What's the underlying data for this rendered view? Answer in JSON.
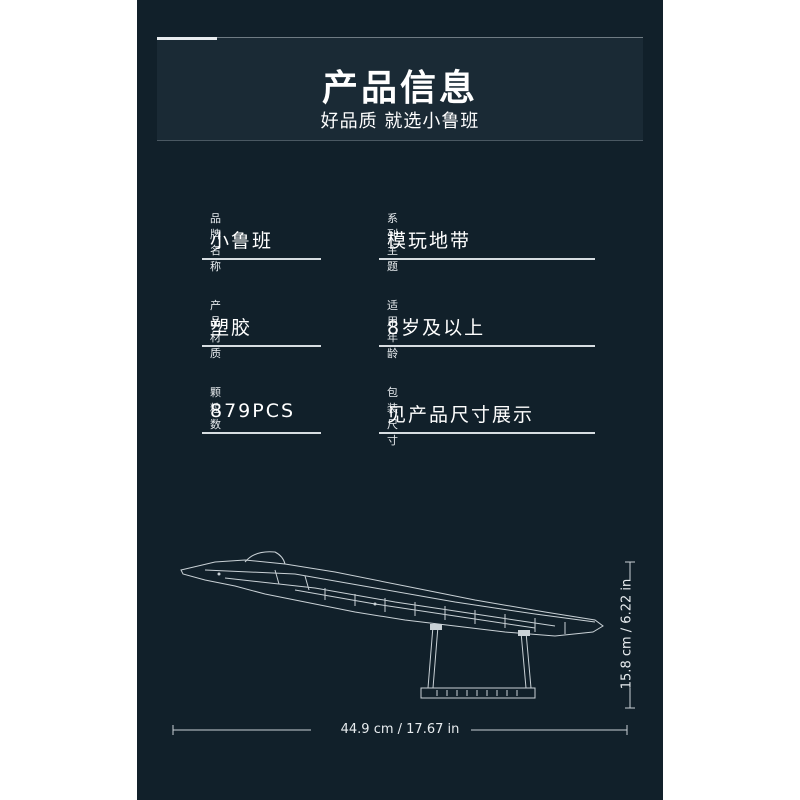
{
  "header": {
    "title": "产品信息",
    "subtitle": "好品质 就选小鲁班"
  },
  "specs": [
    {
      "label": "品牌名称",
      "value": "小鲁班"
    },
    {
      "label": "系列主题",
      "value": "模玩地带"
    },
    {
      "label": "产品材质",
      "value": "塑胶"
    },
    {
      "label": "适用年龄",
      "value": "8岁及以上"
    },
    {
      "label": "颗粒数",
      "value": "879PCS"
    },
    {
      "label": "包装尺寸",
      "value": "见产品尺寸展示"
    }
  ],
  "dimensions": {
    "height": "15.8 cm / 6.22 in",
    "width": "44.9 cm / 17.67 in"
  },
  "colors": {
    "panel_bg": "#11202a",
    "header_bg": "#1a2a35",
    "text": "#ffffff"
  }
}
